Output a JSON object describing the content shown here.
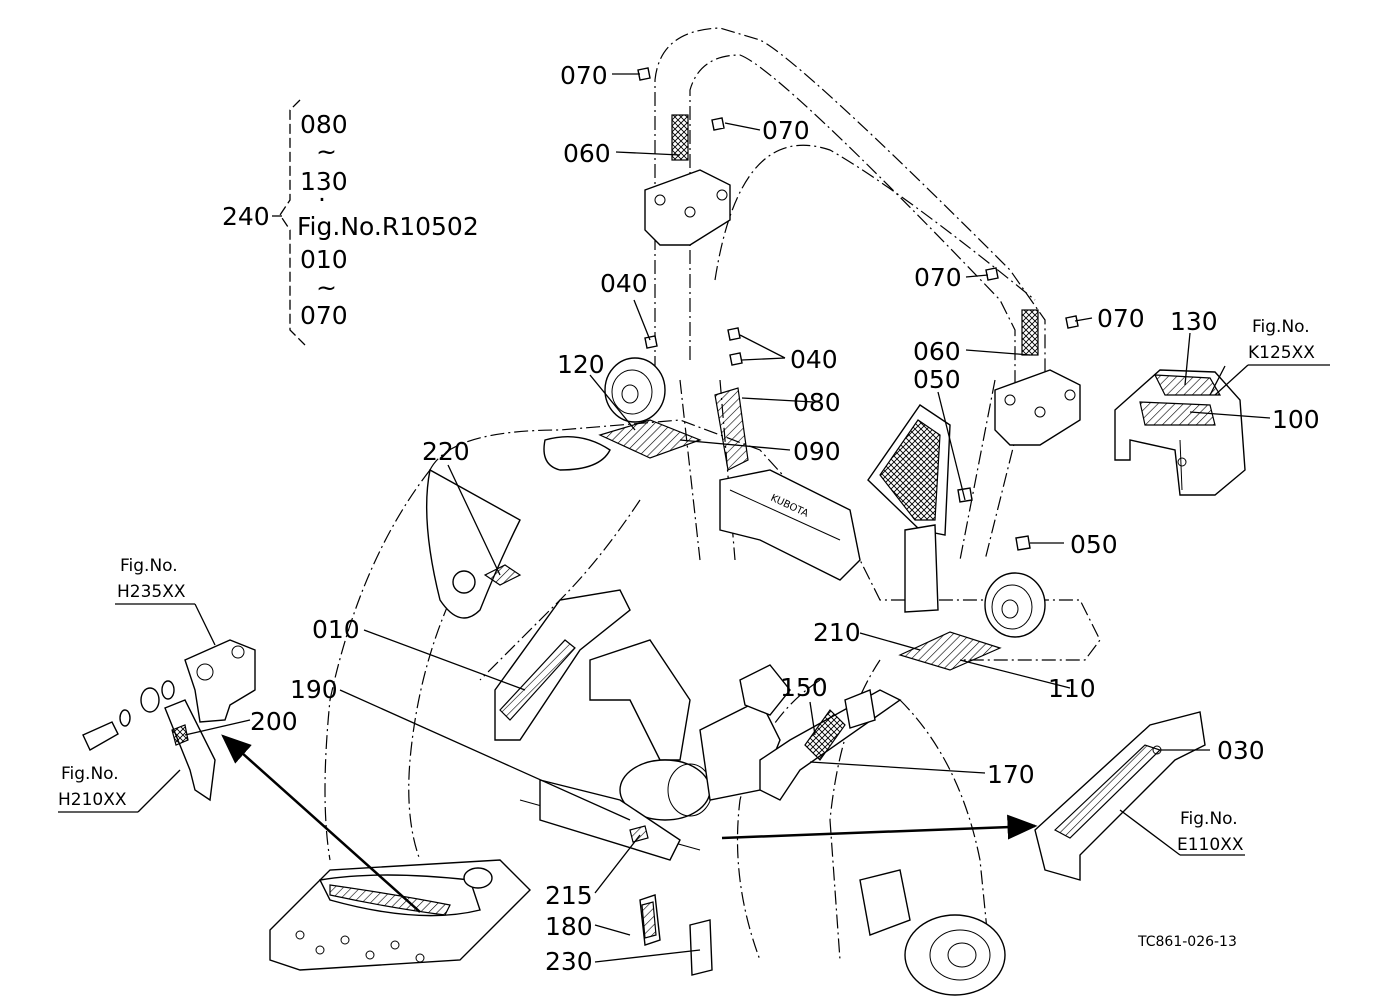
{
  "drawing_code": "TC861-026-13",
  "bracket_group": {
    "label": "240",
    "lines": [
      "080",
      "~",
      "130",
      "·",
      "Fig.No.R10502",
      "010",
      "~",
      "070"
    ]
  },
  "callouts": {
    "c070a": "070",
    "c070b": "070",
    "c070c": "070",
    "c070d": "070",
    "c060a": "060",
    "c060b": "060",
    "c040a": "040",
    "c040b": "040",
    "c050a": "050",
    "c050b": "050",
    "c080": "080",
    "c090": "090",
    "c120": "120",
    "c220": "220",
    "c130": "130",
    "c100": "100",
    "c010": "010",
    "c190": "190",
    "c200": "200",
    "c210": "210",
    "c110": "110",
    "c150": "150",
    "c170": "170",
    "c030": "030",
    "c215": "215",
    "c180": "180",
    "c230": "230"
  },
  "figure_refs": {
    "k125": {
      "line1": "Fig.No.",
      "line2": "K125XX"
    },
    "h235": {
      "line1": "Fig.No.",
      "line2": "H235XX"
    },
    "h210": {
      "line1": "Fig.No.",
      "line2": "H210XX"
    },
    "e110": {
      "line1": "Fig.No.",
      "line2": "E110XX"
    }
  }
}
